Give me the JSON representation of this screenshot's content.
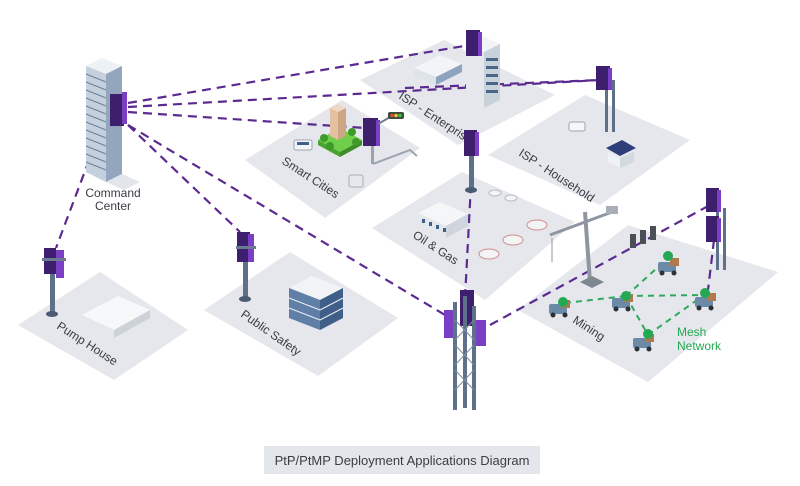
{
  "diagram": {
    "caption": "PtP/PtMP Deployment Applications Diagram",
    "hub": {
      "label_line1": "Command",
      "label_line2": "Center"
    },
    "sites": [
      {
        "id": "pump-house",
        "label": "Pump House"
      },
      {
        "id": "public-safety",
        "label": "Public Safety"
      },
      {
        "id": "smart-cities",
        "label": "Smart Cities"
      },
      {
        "id": "isp-enterprise",
        "label": "ISP - Enterprise"
      },
      {
        "id": "isp-household",
        "label": "ISP - Household"
      },
      {
        "id": "oil-gas",
        "label": "Oil & Gas"
      },
      {
        "id": "mining",
        "label": "Mining"
      }
    ],
    "mesh": {
      "label_line1": "Mesh",
      "label_line2": "Network"
    },
    "links": [
      {
        "from": "command-center",
        "to": "isp-enterprise",
        "type": "PtP"
      },
      {
        "from": "command-center",
        "to": "isp-household",
        "type": "PtP"
      },
      {
        "from": "command-center",
        "to": "smart-cities",
        "type": "PtP"
      },
      {
        "from": "command-center",
        "to": "public-safety",
        "type": "PtP"
      },
      {
        "from": "command-center",
        "to": "central-tower",
        "type": "PtP"
      },
      {
        "from": "command-center",
        "to": "pump-house",
        "type": "PtP"
      },
      {
        "from": "central-tower",
        "to": "oil-gas",
        "type": "PtP"
      },
      {
        "from": "central-tower",
        "to": "mining",
        "type": "PtP"
      },
      {
        "from": "isp-enterprise",
        "to": "isp-household",
        "type": "PtP"
      },
      {
        "from": "mining-tower",
        "to": "mesh-network",
        "type": "PtMP"
      }
    ],
    "colors": {
      "link": "#5b2a91",
      "radio": "#3d1f6e",
      "radio_accent": "#7b3fc6",
      "mesh": "#25a853",
      "platform": "#e5e7ec",
      "caption_bg": "#e3e6eb"
    }
  }
}
